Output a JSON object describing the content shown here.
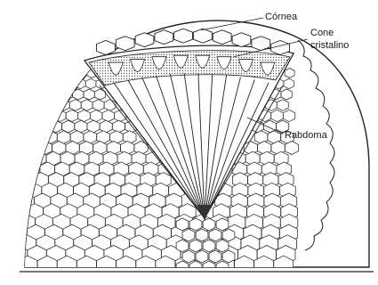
{
  "labels": {
    "cornea": "Córnea",
    "cone_line1": "Cone",
    "cone_line2": "cristalino",
    "rhabdom": "Rabdoma"
  }
}
